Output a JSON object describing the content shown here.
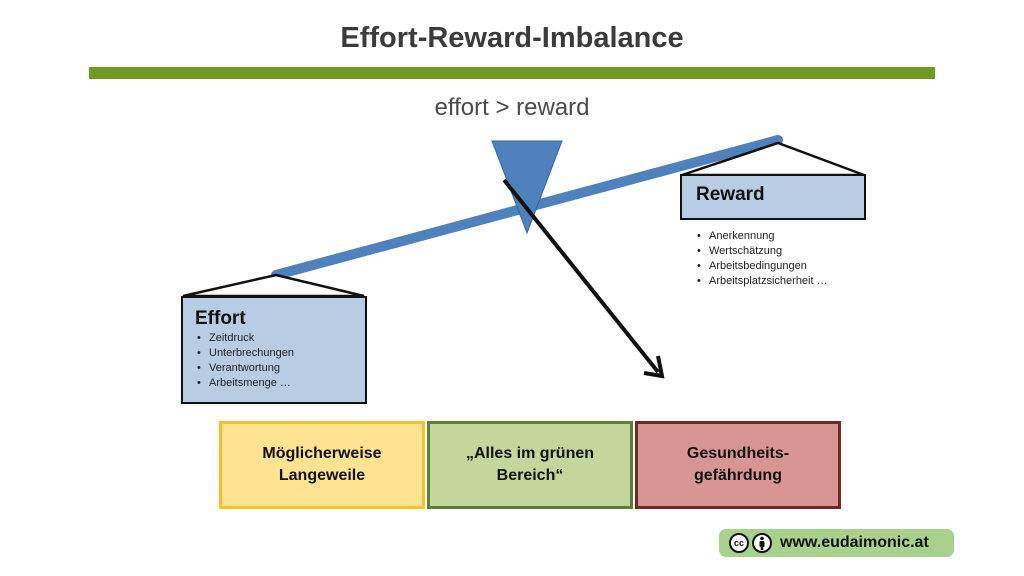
{
  "title": "Effort-Reward-Imbalance",
  "subtitle": "effort > reward",
  "effort": {
    "title": "Effort",
    "items": [
      "Zeitdruck",
      "Unterbrechungen",
      "Verantwortung",
      "Arbeitsmenge …"
    ]
  },
  "reward": {
    "title": "Reward",
    "items": [
      "Anerkennung",
      "Wertschätzung",
      "Arbeitsbedingungen",
      "Arbeitsplatzsicherheit …"
    ]
  },
  "zones": [
    {
      "lines": [
        "Möglicherweise",
        "Langeweile"
      ]
    },
    {
      "lines": [
        "„Alles im grünen",
        "Bereich“"
      ]
    },
    {
      "lines": [
        "Gesundheits-",
        "gefährdung"
      ]
    }
  ],
  "badge": {
    "cc_label": "cc",
    "text": "www.eudaimonic.at"
  },
  "colors": {
    "title_bar": "#6f9a24",
    "beam": "#4f81bd",
    "box_fill": "#b8cce4",
    "zone_yellow": "#fde391",
    "zone_green": "#c3d69b",
    "zone_red": "#d99594",
    "badge": "#a9d18e"
  }
}
